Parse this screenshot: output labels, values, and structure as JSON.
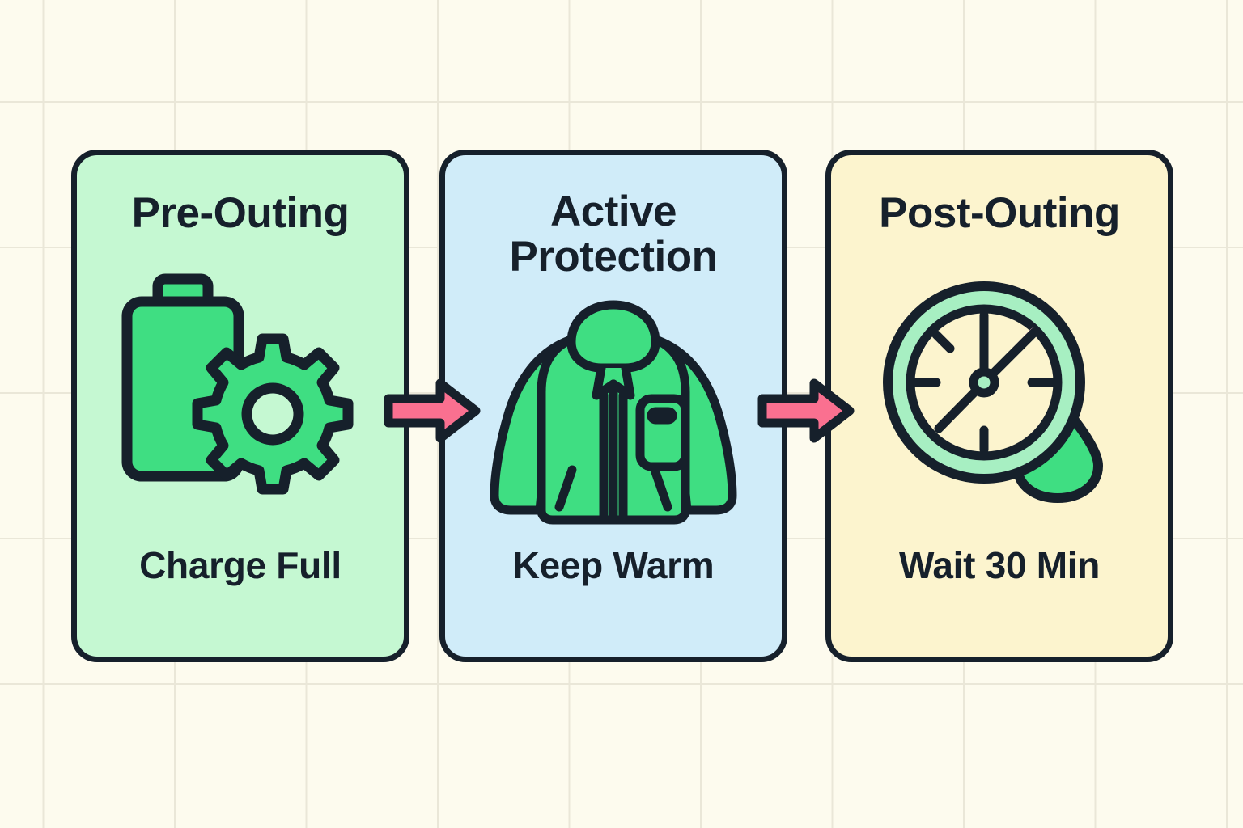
{
  "background": {
    "color": "#FDFBEE",
    "grid_line_color": "#EAE7D8"
  },
  "palette": {
    "outline": "#16202B",
    "arrow_fill": "#FA7090",
    "green_solid": "#3FDE82",
    "green_light": "#A7EFC2",
    "card1_bg": "#C5F8D2",
    "card2_bg": "#D0ECF9",
    "card3_bg": "#FCF4CE",
    "clock_face": "#FCF4CE",
    "clock_hand_accent": "#FFC2D4"
  },
  "flow": {
    "steps": [
      {
        "id": "pre-outing",
        "title": "Pre-Outing",
        "caption": "Charge Full",
        "icon": "battery-gear-icon",
        "bg": "#C5F8D2"
      },
      {
        "id": "active-protection",
        "title": "Active\nProtection",
        "caption": "Keep Warm",
        "icon": "winter-jacket-icon",
        "bg": "#D0ECF9"
      },
      {
        "id": "post-outing",
        "title": "Post-Outing",
        "caption": "Wait 30 Min",
        "icon": "clock-droplet-icon",
        "bg": "#FCF4CE"
      }
    ],
    "connectors": [
      {
        "id": "arrow-1",
        "icon": "arrow-right-icon",
        "from": "pre-outing",
        "to": "active-protection"
      },
      {
        "id": "arrow-2",
        "icon": "arrow-right-icon",
        "from": "active-protection",
        "to": "post-outing"
      }
    ]
  }
}
